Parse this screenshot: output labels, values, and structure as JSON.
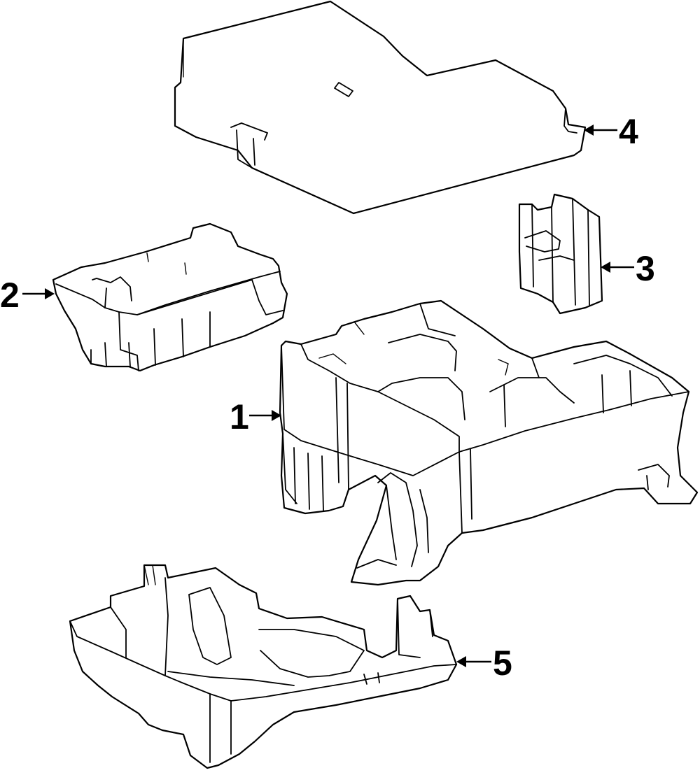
{
  "diagram": {
    "description_kind": "exploded parts diagram",
    "callouts": [
      {
        "id": "1",
        "label": "1"
      },
      {
        "id": "2",
        "label": "2"
      },
      {
        "id": "3",
        "label": "3"
      },
      {
        "id": "4",
        "label": "4"
      },
      {
        "id": "5",
        "label": "5"
      }
    ]
  }
}
